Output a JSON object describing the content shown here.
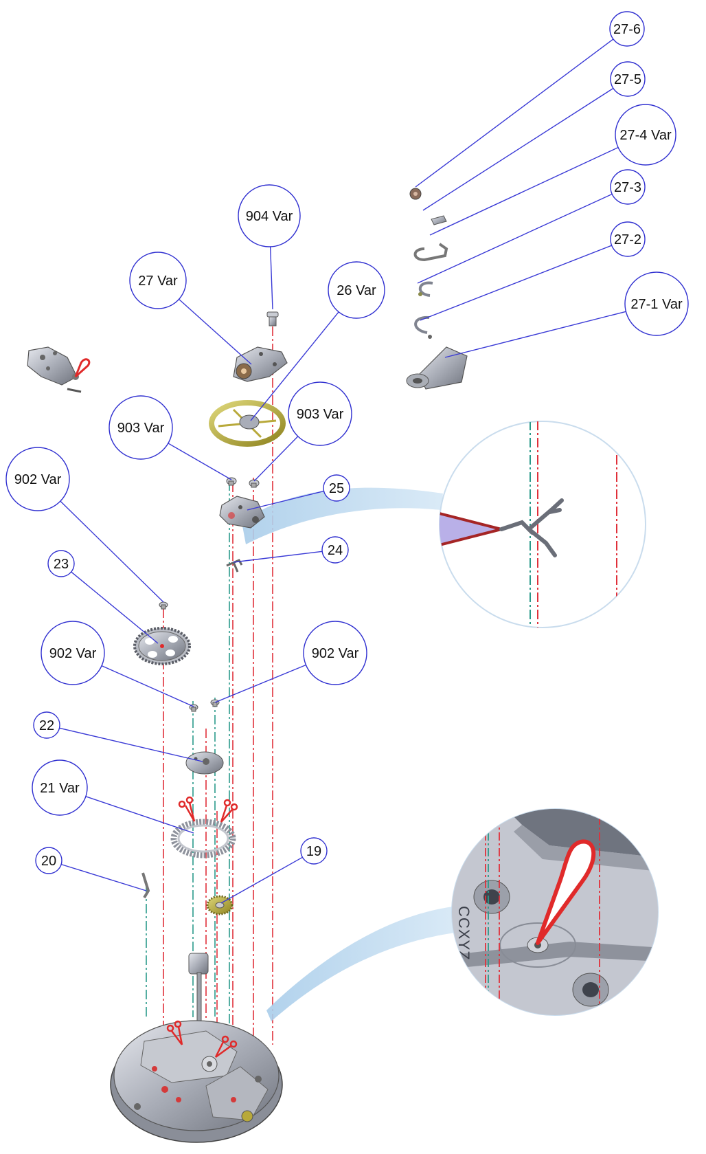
{
  "diagram": {
    "colors": {
      "leader_line": "#3a3ad6",
      "callout_circle": "#2f2fd0",
      "axis_red": "#e0303a",
      "axis_green": "#2a9a8a",
      "oil_marker": "#e02a2a",
      "part_metal": "#b9bcc4",
      "wheel_gold": "#b8a93a",
      "magnifier_fill": "#bcd8ef"
    },
    "callouts": [
      {
        "id": "27-6",
        "label": "27-6"
      },
      {
        "id": "27-5",
        "label": "27-5"
      },
      {
        "id": "27-4",
        "label": "27-4 Var"
      },
      {
        "id": "27-3",
        "label": "27-3"
      },
      {
        "id": "27-2",
        "label": "27-2"
      },
      {
        "id": "27-1",
        "label": "27-1 Var"
      },
      {
        "id": "904",
        "label": "904 Var"
      },
      {
        "id": "27",
        "label": "27 Var"
      },
      {
        "id": "26",
        "label": "26 Var"
      },
      {
        "id": "903a",
        "label": "903 Var"
      },
      {
        "id": "903b",
        "label": "903 Var"
      },
      {
        "id": "902a",
        "label": "902 Var"
      },
      {
        "id": "25",
        "label": "25"
      },
      {
        "id": "24",
        "label": "24"
      },
      {
        "id": "23",
        "label": "23"
      },
      {
        "id": "902b",
        "label": "902 Var"
      },
      {
        "id": "902c",
        "label": "902 Var"
      },
      {
        "id": "22",
        "label": "22"
      },
      {
        "id": "21",
        "label": "21 Var"
      },
      {
        "id": "20",
        "label": "20"
      },
      {
        "id": "19",
        "label": "19"
      }
    ],
    "magnifier_bottom_text": "CCXYZ"
  }
}
